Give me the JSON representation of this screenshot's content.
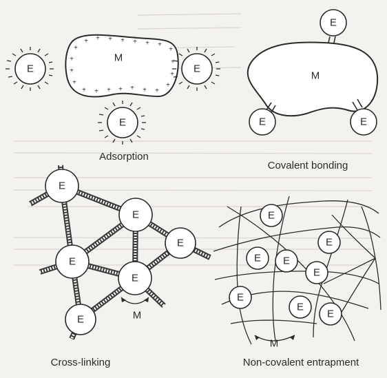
{
  "panels": {
    "adsorption": {
      "caption": "Adsorption",
      "matrix_label": "M",
      "enzyme_label": "E"
    },
    "covalent": {
      "caption": "Covalent bonding",
      "matrix_label": "M",
      "enzyme_label": "E"
    },
    "crosslinking": {
      "caption": "Cross-linking",
      "matrix_label": "M",
      "enzyme_label": "E"
    },
    "entrapment": {
      "caption": "Non-covalent entrapment",
      "matrix_label": "M",
      "enzyme_label": "E"
    }
  },
  "charges": {
    "matrix": "+"
  },
  "colors": {
    "ink": "#2a2a2a",
    "paper": "#f3f2ef"
  }
}
